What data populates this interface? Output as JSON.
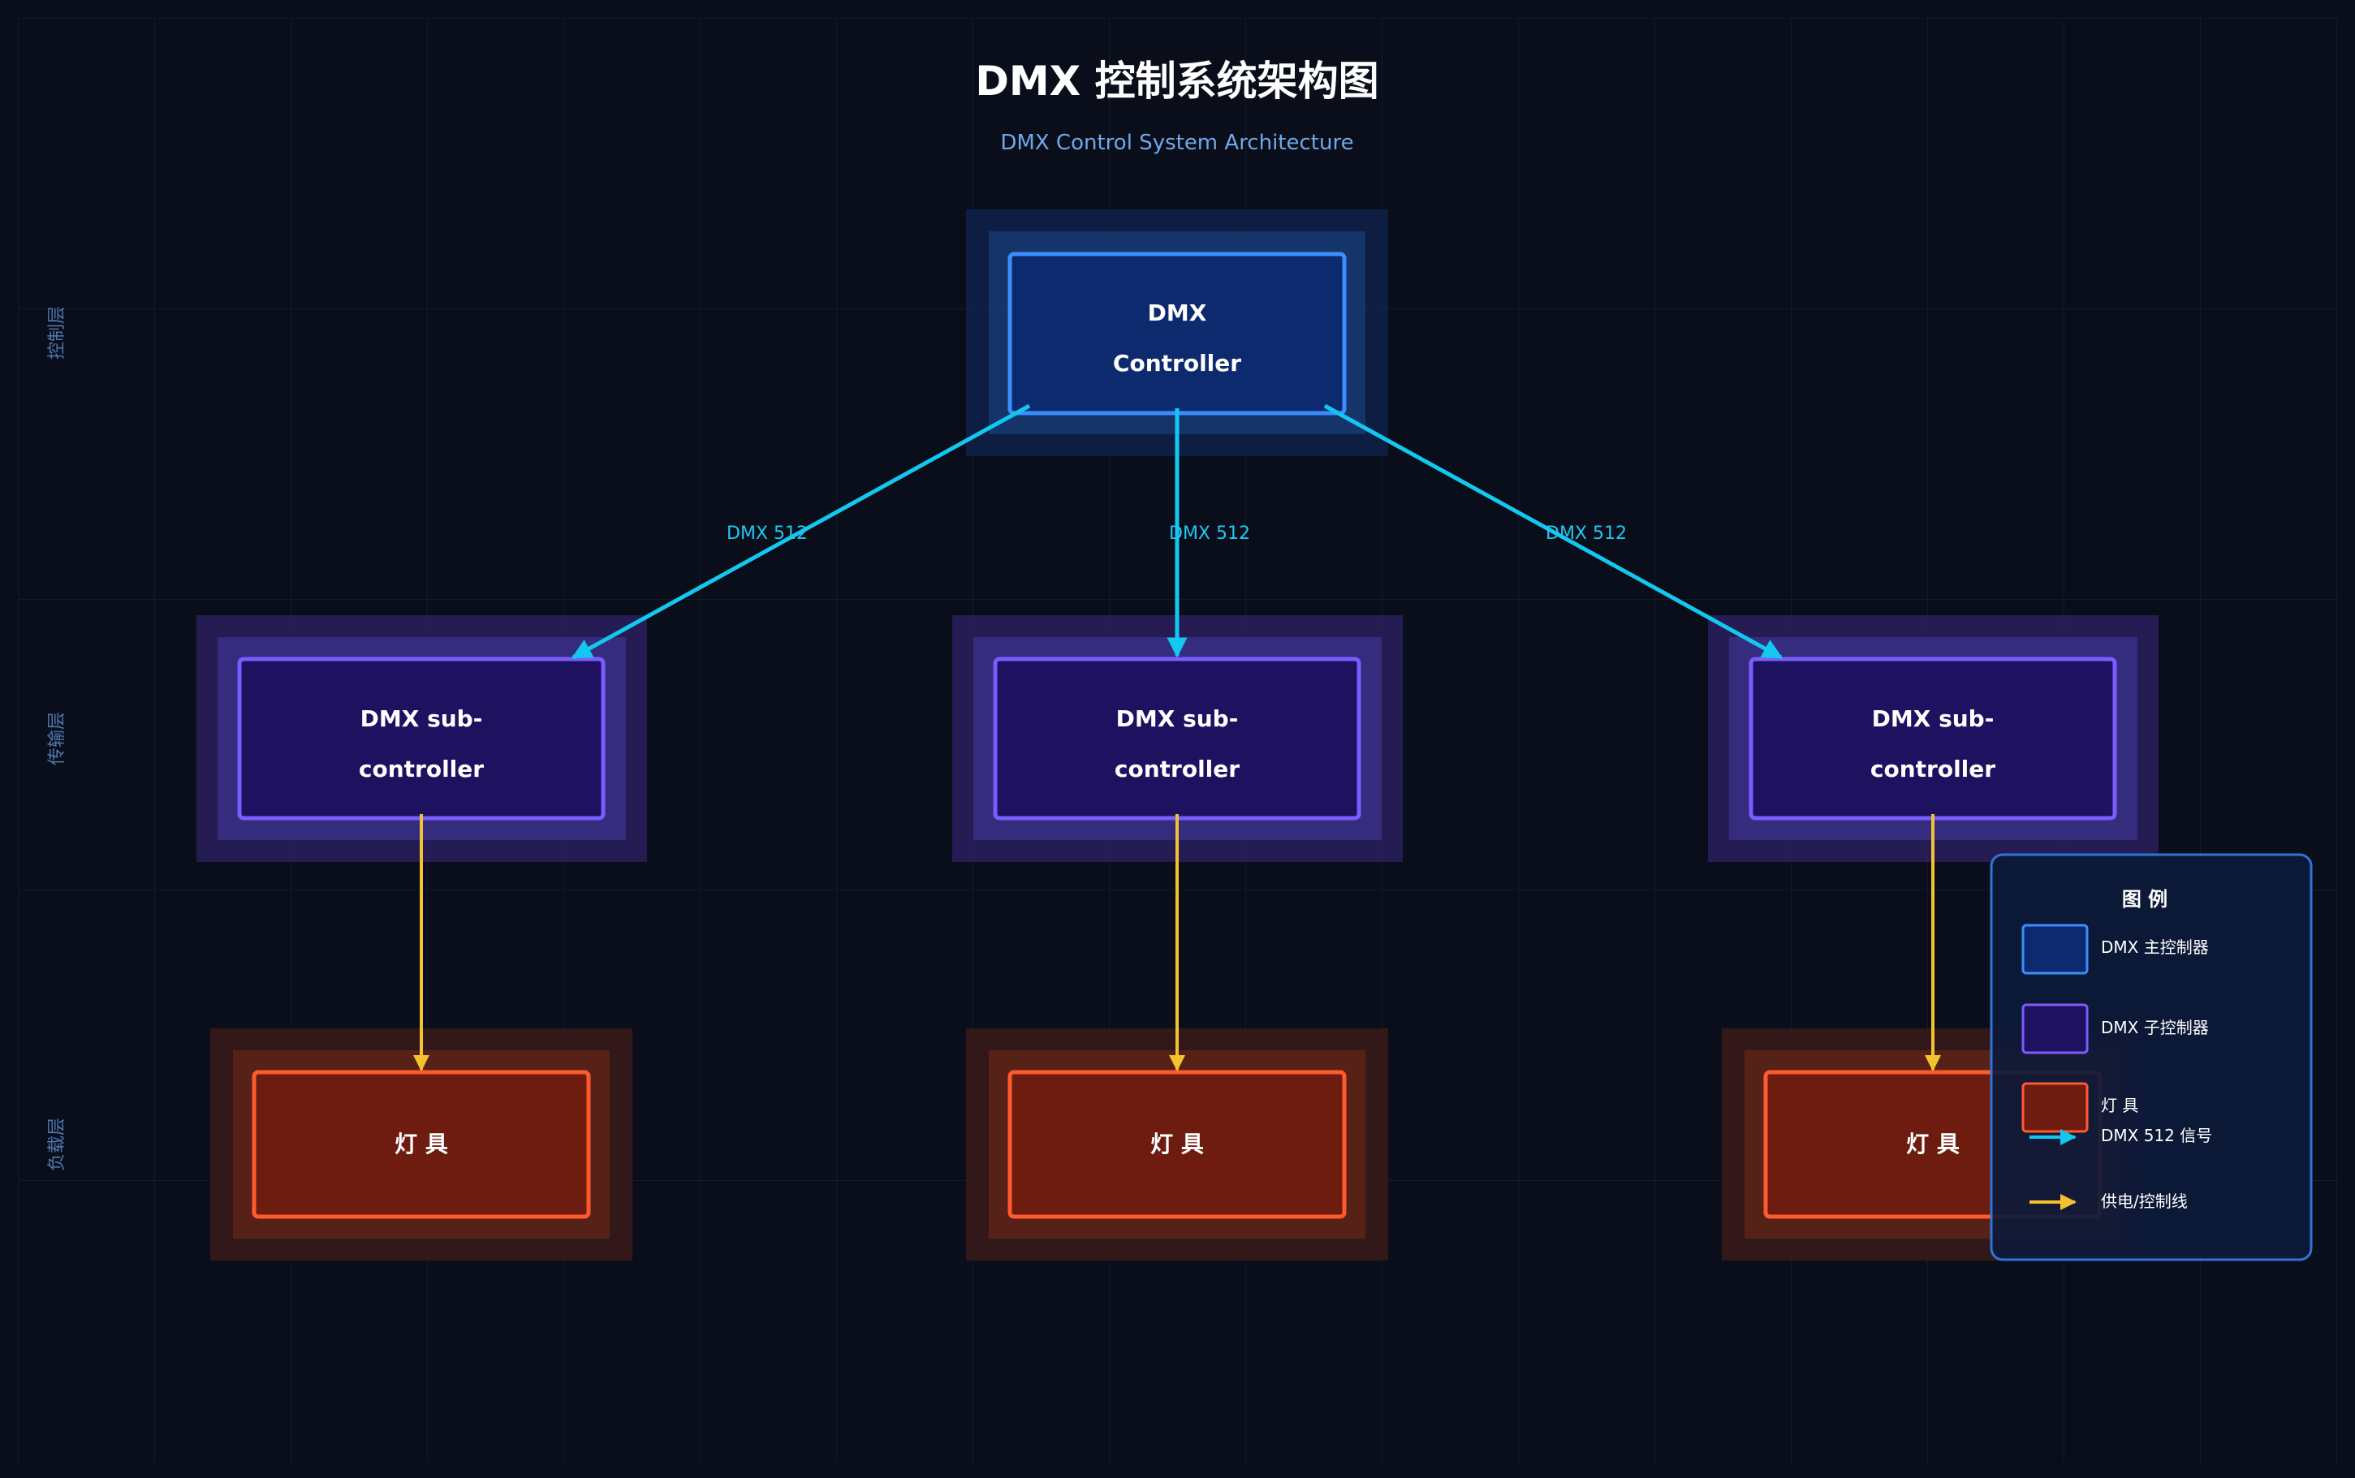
{
  "title": "DMX 控制系统架构图",
  "subtitle": "DMX Control System Architecture",
  "layers": {
    "control": "控制层",
    "transmission": "传输层",
    "load": "负载层"
  },
  "nodes": {
    "controller": {
      "line1": "DMX",
      "line2": "Controller"
    },
    "sub_1": {
      "line1": "DMX sub-",
      "line2": "controller"
    },
    "sub_2": {
      "line1": "DMX sub-",
      "line2": "controller"
    },
    "sub_3": {
      "line1": "DMX sub-",
      "line2": "controller"
    },
    "fixture_1": "灯 具",
    "fixture_2": "灯 具",
    "fixture_3": "灯 具"
  },
  "edges": {
    "dmx_label_1": "DMX 512",
    "dmx_label_2": "DMX 512",
    "dmx_label_3": "DMX 512"
  },
  "legend": {
    "title": "图 例",
    "items": [
      {
        "label": "DMX 主控制器"
      },
      {
        "label": "DMX 子控制器"
      },
      {
        "label": "灯 具"
      },
      {
        "label": "DMX 512 信号"
      },
      {
        "label": "供电/控制线"
      }
    ]
  },
  "colors": {
    "background": "#0a0e1a",
    "controller_fill": "#0d2a6e",
    "controller_border": "#3a8fff",
    "sub_fill": "#1e1160",
    "sub_border": "#7a5cff",
    "fixture_fill": "#6e1c10",
    "fixture_border": "#ff5a2e",
    "dmx_signal": "#12c8ee",
    "power_line": "#f2c230",
    "legend_border": "#2f74d8"
  }
}
